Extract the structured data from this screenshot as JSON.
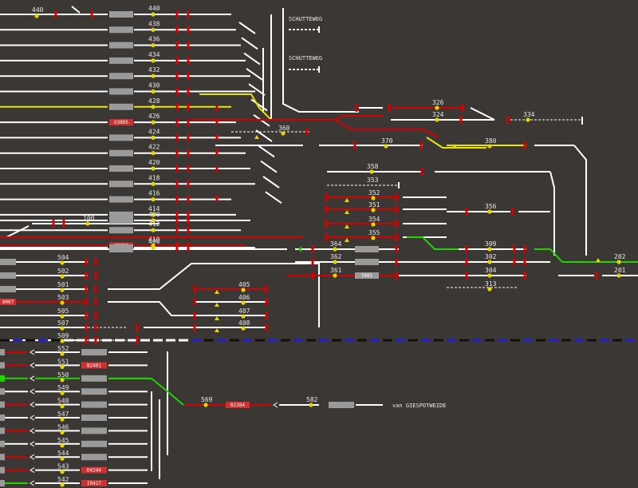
{
  "window": {
    "title": ""
  },
  "colors": {
    "background": "#3b3735",
    "track": "#ffffff",
    "route_red": "#d40000",
    "route_yellow": "#e6e600",
    "route_green": "#22d400",
    "signal_red": "#d40000",
    "signal_dot": "#e6d600",
    "block": "#9a9a9a",
    "occupied_block": "#d03030",
    "boundary_blue": "#2020d0"
  },
  "annotations": {
    "schutteweg_1": "SCHUTTEWEG",
    "schutteweg_2": "SCHUTTEWEG",
    "from_direction": "van GIESPOTWEIDE"
  },
  "upper_tracks": [
    {
      "label": "440"
    },
    {
      "label": "438"
    },
    {
      "label": "436"
    },
    {
      "label": "434"
    },
    {
      "label": "432"
    },
    {
      "label": "430"
    },
    {
      "label": "428"
    },
    {
      "label": "426",
      "occupied": "G3895"
    },
    {
      "label": "424"
    },
    {
      "label": "422"
    },
    {
      "label": "420"
    },
    {
      "label": "418"
    },
    {
      "label": "416"
    },
    {
      "label": "414"
    },
    {
      "label": "412"
    },
    {
      "label": "410",
      "occupied": "G2788"
    },
    {
      "label": "400"
    },
    {
      "label": "406"
    }
  ],
  "upper_left_marker": "440",
  "track_100": "100",
  "junction_labels": {
    "t360": "360",
    "t370": "370",
    "t326": "326",
    "t324": "324",
    "t334": "334",
    "t380": "380",
    "t358": "358",
    "t356": "356",
    "t353": "353",
    "t352": "352",
    "t351": "351",
    "t354": "354",
    "t355": "355",
    "t364": "364",
    "t362": "362",
    "t361": "361",
    "t309": "309",
    "t302": "302",
    "t304": "304",
    "t313": "313",
    "t202": "202",
    "t201": "201",
    "t405": "405",
    "t406b": "406",
    "t407": "407",
    "t408": "408"
  },
  "middle_tracks": [
    {
      "label": "504"
    },
    {
      "label": "502"
    },
    {
      "label": "501"
    },
    {
      "label": "503",
      "occupied": "8007"
    },
    {
      "label": "505"
    },
    {
      "label": "507"
    },
    {
      "label": "509"
    }
  ],
  "middle_block_7401": "7401",
  "lower_tracks": [
    {
      "label": "552"
    },
    {
      "label": "551",
      "occupied": "B2481"
    },
    {
      "label": "550"
    },
    {
      "label": "549"
    },
    {
      "label": "548"
    },
    {
      "label": "547"
    },
    {
      "label": "546"
    },
    {
      "label": "545"
    },
    {
      "label": "544"
    },
    {
      "label": "543",
      "occupied": "D4244"
    },
    {
      "label": "542",
      "occupied": "I0427"
    }
  ],
  "lower_right": {
    "label_569": "569",
    "occupied": "B2284",
    "label_582": "582"
  }
}
